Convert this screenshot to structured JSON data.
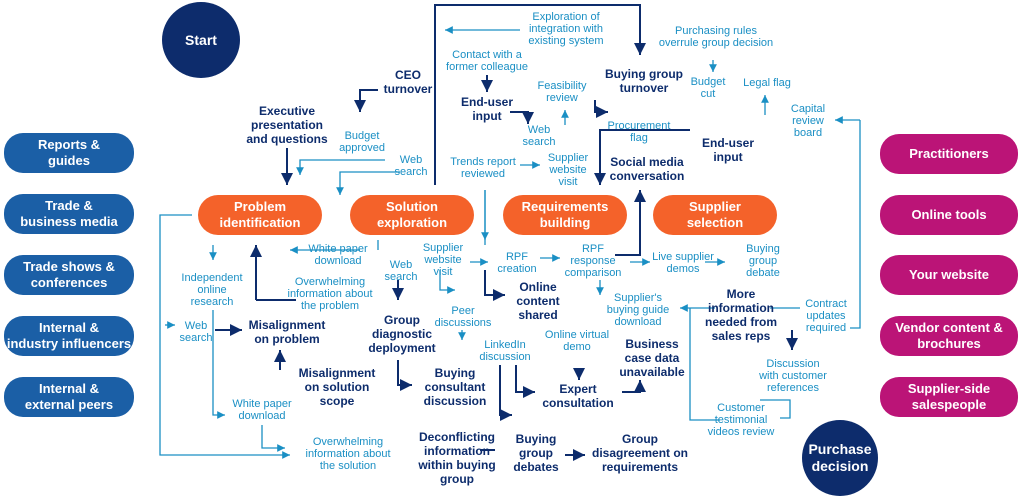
{
  "start": "Start",
  "end": "Purchase\ndecision",
  "channels_left": [
    "Reports &\nguides",
    "Trade &\nbusiness media",
    "Trade shows &\nconferences",
    "Internal &\nindustry influencers",
    "Internal &\nexternal peers"
  ],
  "channels_right": [
    "Practitioners",
    "Online tools",
    "Your website",
    "Vendor content &\nbrochures",
    "Supplier-side\nsalespeople"
  ],
  "stages": [
    "Problem\nidentification",
    "Solution\nexploration",
    "Requirements\nbuilding",
    "Supplier\nselection"
  ],
  "labels": [
    {
      "text": "CEO\nturnover",
      "style": "dark"
    },
    {
      "text": "Executive\npresentation\nand questions",
      "style": "dark"
    },
    {
      "text": "Budget\napproved",
      "style": "light"
    },
    {
      "text": "Web\nsearch",
      "style": "light"
    },
    {
      "text": "Exploration of\nintegration with\nexisting system",
      "style": "light"
    },
    {
      "text": "Contact with a\nformer colleague",
      "style": "light"
    },
    {
      "text": "End-user\ninput",
      "style": "dark"
    },
    {
      "text": "Feasibility\nreview",
      "style": "light"
    },
    {
      "text": "Web\nsearch",
      "style": "light"
    },
    {
      "text": "Trends report\nreviewed",
      "style": "light"
    },
    {
      "text": "Supplier\nwebsite\nvisit",
      "style": "light"
    },
    {
      "text": "Buying group\nturnover",
      "style": "dark"
    },
    {
      "text": "Purchasing rules\noverrule group decision",
      "style": "light"
    },
    {
      "text": "Budget\ncut",
      "style": "light"
    },
    {
      "text": "Legal flag",
      "style": "light"
    },
    {
      "text": "Procurement\nflag",
      "style": "light"
    },
    {
      "text": "End-user\ninput",
      "style": "dark"
    },
    {
      "text": "Capital\nreview\nboard",
      "style": "light"
    },
    {
      "text": "Social media\nconversation",
      "style": "dark"
    },
    {
      "text": "White paper\ndownload",
      "style": "light"
    },
    {
      "text": "Web\nsearch",
      "style": "light"
    },
    {
      "text": "Supplier\nwebsite\nvisit",
      "style": "light"
    },
    {
      "text": "RPF\ncreation",
      "style": "light"
    },
    {
      "text": "RPF\nresponse\ncomparison",
      "style": "light"
    },
    {
      "text": "Live supplier\ndemos",
      "style": "light"
    },
    {
      "text": "Buying\ngroup\ndebate",
      "style": "light"
    },
    {
      "text": "Independent\nonline\nresearch",
      "style": "light"
    },
    {
      "text": "Overwhelming\ninformation about\nthe problem",
      "style": "light"
    },
    {
      "text": "Online\ncontent\nshared",
      "style": "dark"
    },
    {
      "text": "Supplier's\nbuying guide\ndownload",
      "style": "light"
    },
    {
      "text": "More\ninformation\nneeded from\nsales reps",
      "style": "dark"
    },
    {
      "text": "Contract\nupdates\nrequired",
      "style": "light"
    },
    {
      "text": "Peer\ndiscussions",
      "style": "light"
    },
    {
      "text": "Web\nsearch",
      "style": "light"
    },
    {
      "text": "Misalignment\non problem",
      "style": "dark"
    },
    {
      "text": "Group\ndiagnostic\ndeployment",
      "style": "dark"
    },
    {
      "text": "LinkedIn\ndiscussion",
      "style": "light"
    },
    {
      "text": "Online virtual\ndemo",
      "style": "light"
    },
    {
      "text": "Business\ncase data\nunavailable",
      "style": "dark"
    },
    {
      "text": "Discussion\nwith customer\nreferences",
      "style": "light"
    },
    {
      "text": "Misalignment\non solution\nscope",
      "style": "dark"
    },
    {
      "text": "Buying\nconsultant\ndiscussion",
      "style": "dark"
    },
    {
      "text": "Expert\nconsultation",
      "style": "dark"
    },
    {
      "text": "White paper\ndownload",
      "style": "light"
    },
    {
      "text": "Customer\ntestimonial\nvideos review",
      "style": "light"
    },
    {
      "text": "Overwhelming\ninformation about\nthe solution",
      "style": "light"
    },
    {
      "text": "Deconflicting\ninformation\nwithin buying\ngroup",
      "style": "dark"
    },
    {
      "text": "Buying\ngroup\ndebates",
      "style": "dark"
    },
    {
      "text": "Group\ndisagreement on\nrequirements",
      "style": "dark"
    }
  ],
  "colors": {
    "dark_blue": "#0d2c6c",
    "light_blue": "#1a8fc4",
    "channel_left": "#1b5fa6",
    "channel_right": "#bb1477",
    "stage": "#f4622a"
  }
}
